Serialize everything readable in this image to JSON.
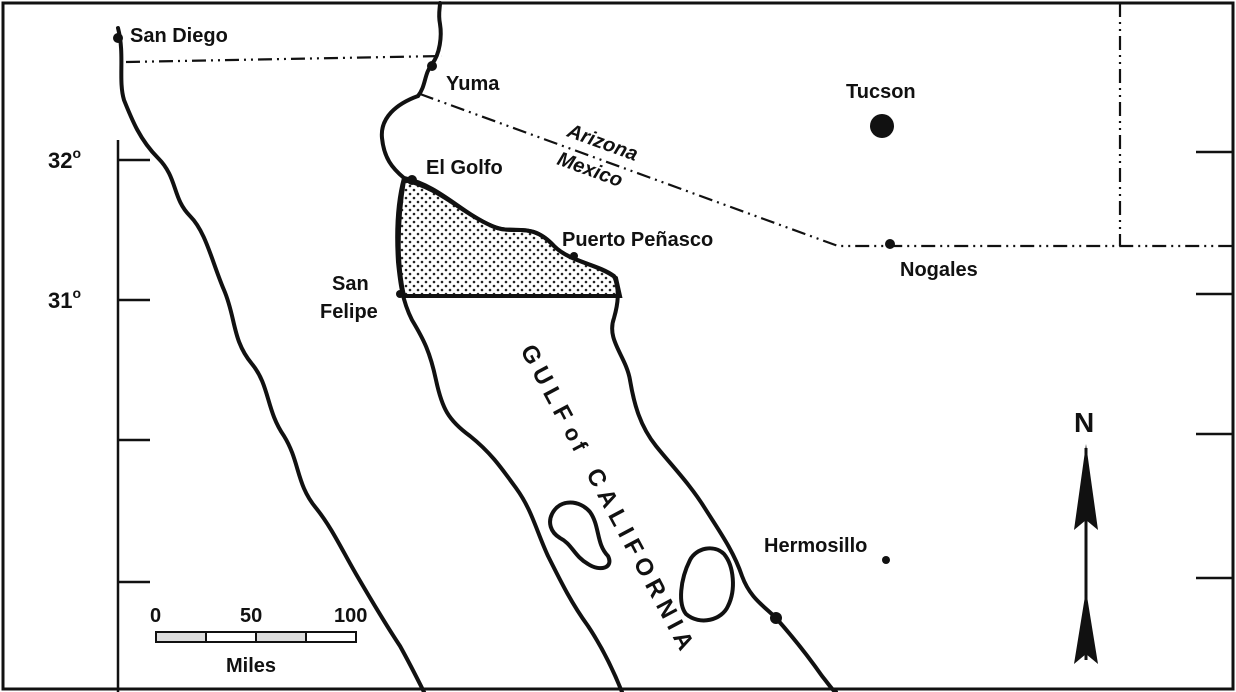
{
  "places": {
    "san_diego": "San Diego",
    "yuma": "Yuma",
    "tucson": "Tucson",
    "el_golfo": "El Golfo",
    "puerto_penasco": "Puerto Peñasco",
    "nogales": "Nogales",
    "san_felipe_1": "San",
    "san_felipe_2": "Felipe",
    "hermosillo": "Hermosillo"
  },
  "border_label": {
    "arizona": "Arizona",
    "mexico": "Mexico"
  },
  "water_label": {
    "line1": "GULF",
    "line2": "of",
    "line3": "CALIFORNIA"
  },
  "latitude_labels": {
    "lat32": "32",
    "lat31": "31"
  },
  "scale_bar": {
    "tick0": "0",
    "tick50": "50",
    "tick100": "100",
    "unit": "Miles"
  },
  "north_label": "N",
  "icons": [
    "north-arrow-icon",
    "city-dot-icon"
  ],
  "colors": {
    "ink": "#111111",
    "paper": "#ffffff",
    "shading": "#bdbdbd"
  }
}
